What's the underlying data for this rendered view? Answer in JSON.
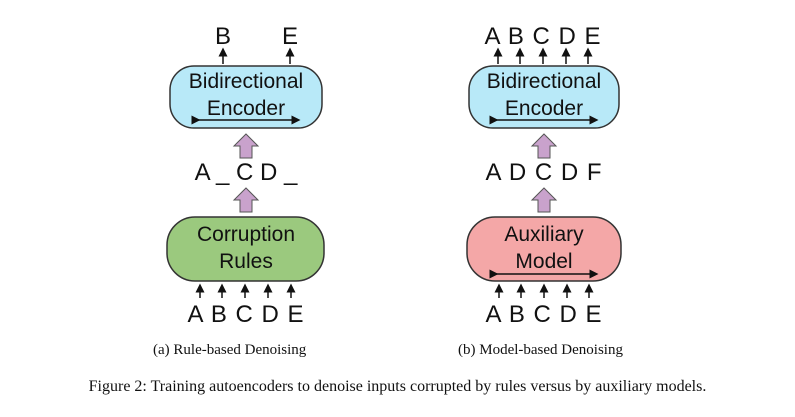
{
  "panel_a": {
    "output_tokens": [
      "B",
      "E"
    ],
    "encoder_lines": [
      "Bidirectional",
      "Encoder"
    ],
    "corrupted_tokens": "A _ C D _",
    "rules_lines": [
      "Corruption",
      "Rules"
    ],
    "input_tokens": "A B C D E",
    "caption": "(a) Rule-based Denoising",
    "encoder_color": "#b8e9f8",
    "rules_color": "#9bc97e"
  },
  "panel_b": {
    "output_tokens": "A B C D E",
    "encoder_lines": [
      "Bidirectional",
      "Encoder"
    ],
    "corrupted_tokens": "A D C D F",
    "model_lines": [
      "Auxiliary",
      "Model"
    ],
    "input_tokens": "A B C D E",
    "caption": "(b) Model-based Denoising",
    "encoder_color": "#b8e9f8",
    "model_color": "#f4a7a7"
  },
  "arrow_fill_color": "#c9a2cc",
  "figure_caption": "Figure 2: Training autoencoders to denoise inputs corrupted by rules versus by auxiliary models."
}
